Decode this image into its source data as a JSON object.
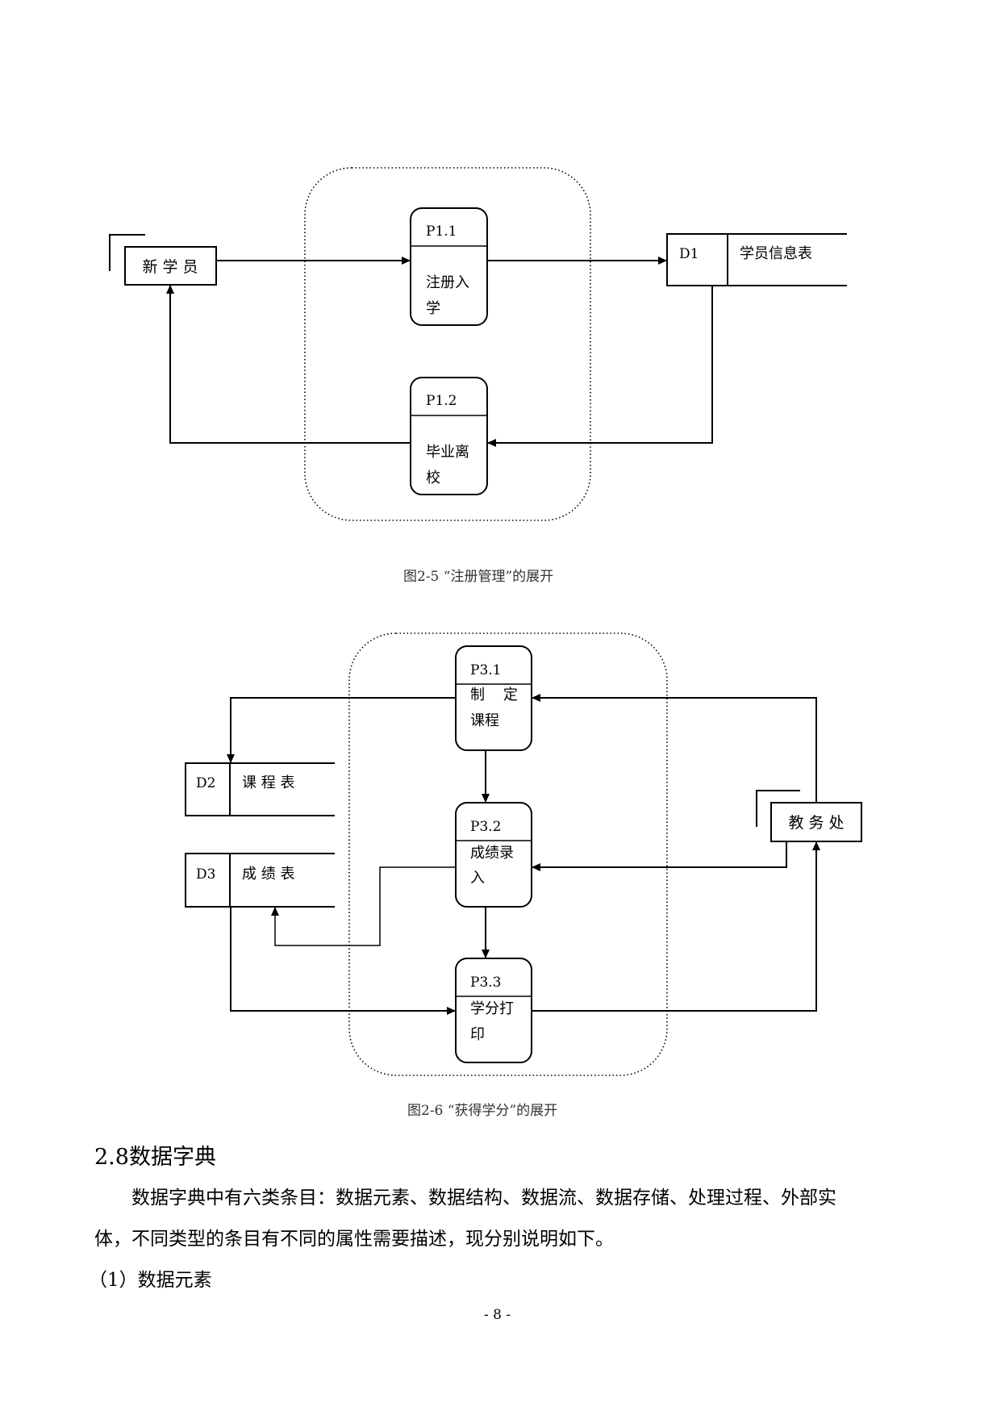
{
  "fig1": {
    "caption": "图2-5   “注册管理”的展开",
    "external_entity": "新 学 员",
    "p11": {
      "id": "P1.1",
      "line1": "注册入",
      "line2": "学"
    },
    "p12": {
      "id": "P1.2",
      "line1": "毕业离",
      "line2": "校"
    },
    "d1": {
      "id": "D1",
      "name": "学员信息表"
    }
  },
  "fig2": {
    "caption": "图2-6 “获得学分”的展开",
    "p31": {
      "id": "P3.1",
      "line1": "制    定",
      "line2": "课程"
    },
    "p32": {
      "id": "P3.2",
      "line1": "成绩录",
      "line2": "入"
    },
    "p33": {
      "id": "P3.3",
      "line1": "学分打",
      "line2": "印"
    },
    "d2": {
      "id": "D2",
      "name": "课 程 表"
    },
    "d3": {
      "id": "D3",
      "name": "成 绩 表"
    },
    "external_entity": "教 务 处"
  },
  "section": {
    "heading": "2.8数据字典",
    "para_line1": "数据字典中有六类条目：数据元素、数据结构、数据流、数据存储、处理过程、外部实",
    "para_line2": "体，不同类型的条目有不同的属性需要描述，现分别说明如下。",
    "item1": "（1）数据元素"
  },
  "page_number": "- 8 -"
}
